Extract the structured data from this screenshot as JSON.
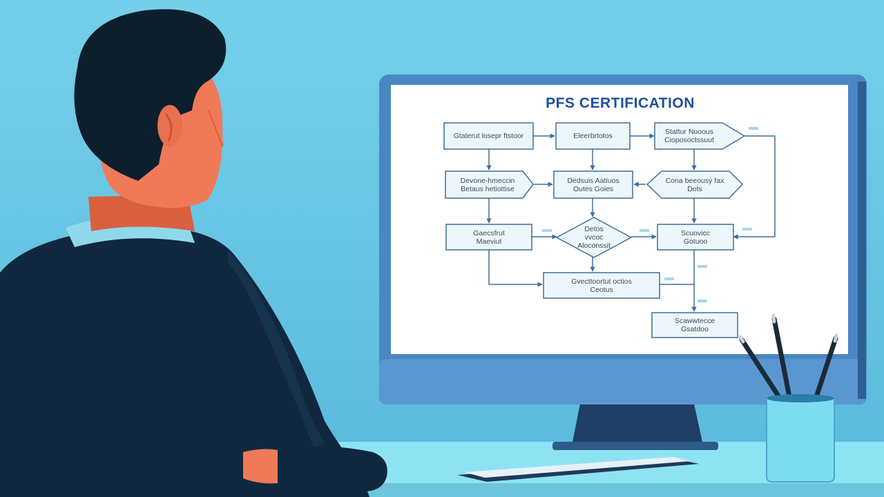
{
  "monitor": {
    "title": "PFS CERTIFICATION",
    "flowchart": {
      "nodes": [
        {
          "id": "n1",
          "shape": "rect",
          "lines": [
            "Gtaterut losepr ftstoor"
          ]
        },
        {
          "id": "n2",
          "shape": "rect",
          "lines": [
            "Eleerbrtotos"
          ]
        },
        {
          "id": "n3",
          "shape": "arrow",
          "lines": [
            "Stattur Nuoous",
            "Cioposoctssuut"
          ]
        },
        {
          "id": "n4",
          "shape": "arrow",
          "lines": [
            "Devone-hmeccin",
            "Betaus hetiottise"
          ]
        },
        {
          "id": "n5",
          "shape": "rect",
          "lines": [
            "Dedsuis Aatiuos",
            "Outes Goies"
          ]
        },
        {
          "id": "n6",
          "shape": "hexagon",
          "lines": [
            "Cona beeousy fax",
            "Dots"
          ]
        },
        {
          "id": "n7",
          "shape": "rect",
          "lines": [
            "Gaecsfrut",
            "Maeviut"
          ]
        },
        {
          "id": "n8",
          "shape": "diamond",
          "lines": [
            "Detos",
            "vvcoc",
            "Aloconssit"
          ]
        },
        {
          "id": "n9",
          "shape": "rect",
          "lines": [
            "Scuovicc",
            "Gotuoo"
          ]
        },
        {
          "id": "n10",
          "shape": "rect",
          "lines": [
            "Gvecttoortut octios",
            "Ceotus"
          ]
        },
        {
          "id": "n11",
          "shape": "rect",
          "lines": [
            "Scawwtecce",
            "Gsatdoo"
          ]
        }
      ]
    }
  },
  "colors": {
    "wall": "#6cc7e4",
    "monitor_frame": "#4a86c2",
    "screen": "#ffffff",
    "title": "#1f4f9e",
    "shirt": "#10283f",
    "hair": "#0d1f2c",
    "skin": "#f07a58",
    "desk": "#8ee3f2",
    "chair": "#9a3f4c"
  }
}
